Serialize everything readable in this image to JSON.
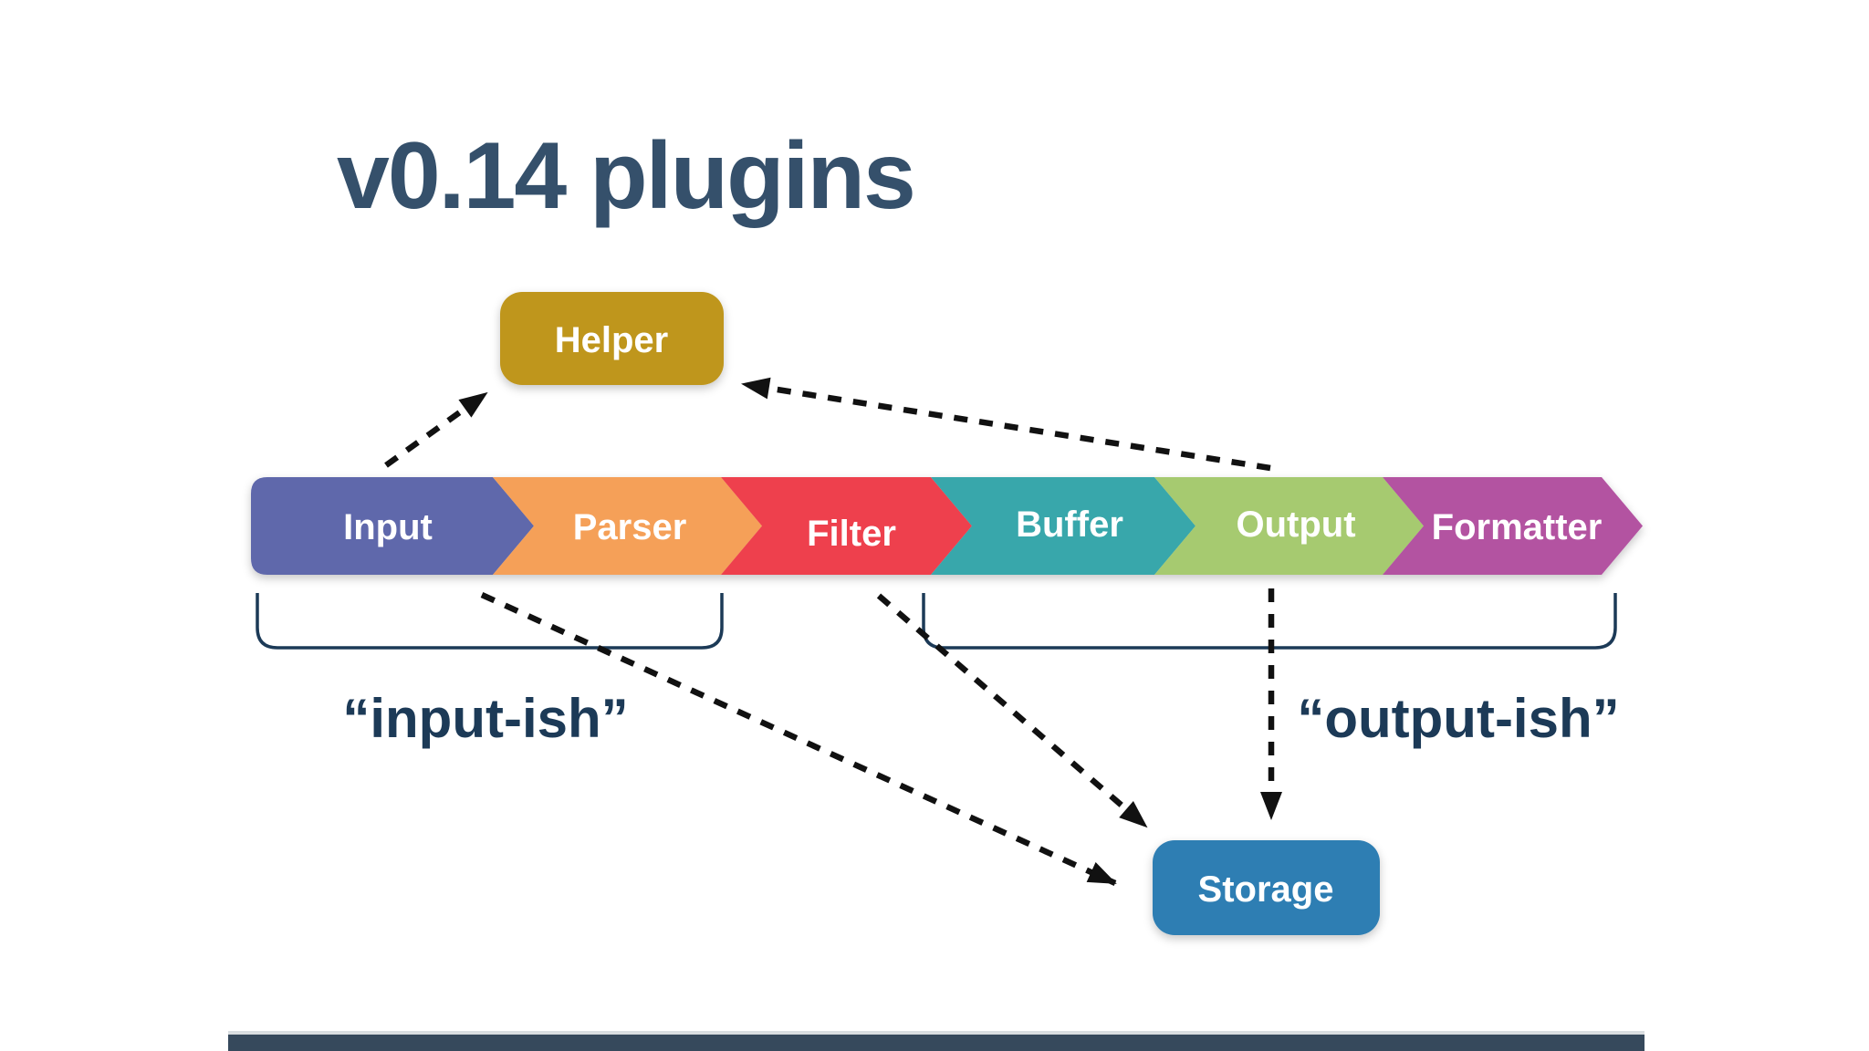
{
  "slide": {
    "title": "v0.14 plugins",
    "title_color": "#35506b",
    "background": "#ffffff"
  },
  "pipeline": {
    "stages": [
      {
        "label": "Input",
        "color": "#5f67ab"
      },
      {
        "label": "Parser",
        "color": "#f5a058"
      },
      {
        "label": "Filter",
        "color": "#ee404d"
      },
      {
        "label": "Buffer",
        "color": "#38a7ab"
      },
      {
        "label": "Output",
        "color": "#a6ca6f"
      },
      {
        "label": "Formatter",
        "color": "#b352a1"
      }
    ],
    "label_color": "#ffffff"
  },
  "nodes": {
    "helper": {
      "label": "Helper",
      "color": "#bf961e",
      "text_color": "#ffffff"
    },
    "storage": {
      "label": "Storage",
      "color": "#2e7eb3",
      "text_color": "#ffffff"
    }
  },
  "annotations": {
    "input_group": "“input-ish”",
    "output_group": "“output-ish”",
    "color": "#1c3a57"
  },
  "arrows": {
    "style": "dashed-black",
    "color": "#111111",
    "connections": [
      {
        "from": "Input",
        "to": "Helper"
      },
      {
        "from": "Output",
        "to": "Helper"
      },
      {
        "from": "Input",
        "to": "Storage"
      },
      {
        "from": "Filter",
        "to": "Storage"
      },
      {
        "from": "Output",
        "to": "Storage"
      }
    ]
  },
  "footer": {
    "bar_color": "#36495c"
  }
}
